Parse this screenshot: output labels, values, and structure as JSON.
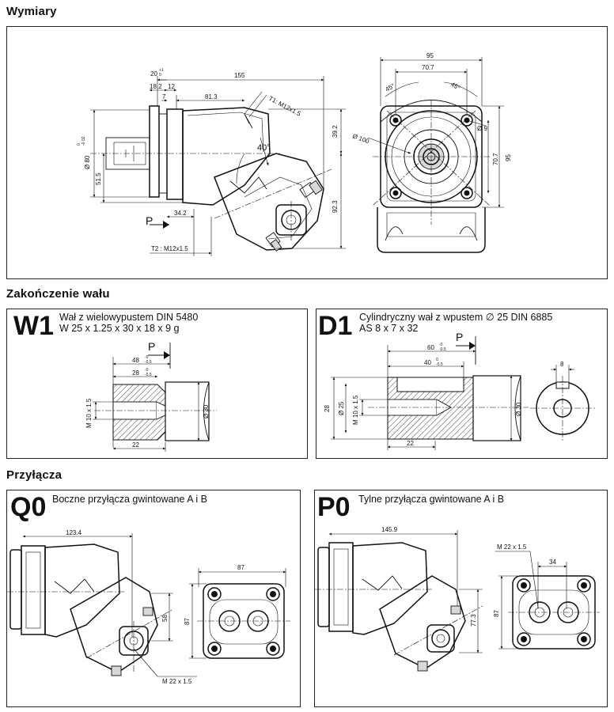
{
  "sections": {
    "dimensions": "Wymiary",
    "shaft_end": "Zakończenie wału",
    "ports": "Przyłącza"
  },
  "main_dims": {
    "d155": "155",
    "d20": "20",
    "d20_tol": "+1",
    "d20_tol2": "0",
    "d18_2": "18.2",
    "d12": "12",
    "d7": "7",
    "d81_3": "81.3",
    "t1": "T1: M12x1.5",
    "d80": "Ø 80",
    "d80_tol": "0",
    "d80_tol2": "-0.02",
    "d51_5": "51.5",
    "angle": "40°",
    "d39_2": "39.2",
    "d92_3": "92.3",
    "d34_2": "34.2",
    "p": "P",
    "t2": "T2 : M12x1.5",
    "d95": "95",
    "d70_7": "70.7",
    "a45l": "45°",
    "a45r": "45°",
    "d100": "Ø 100",
    "d9": "Ø 9",
    "d70_7v": "70.7",
    "d95v": "95"
  },
  "w1": {
    "code": "W1",
    "line1": "Wał z wielowypustem DIN 5480",
    "line2": "W 25 x 1.25 x 30 x 18 x 9 g",
    "p": "P",
    "d48": "48",
    "d48_tol": "-0",
    "d48_tol2": "-0.5",
    "d28": "28",
    "d28_tol": "-0",
    "d28_tol2": "-0.5",
    "thread": "M 10 x 1.5",
    "d30": "Ø 30",
    "d22": "22"
  },
  "d1": {
    "code": "D1",
    "line1": "Cylindryczny wał z wpustem ∅ 25 DIN 6885",
    "line2": "AS 8 x 7 x 32",
    "p": "P",
    "d60": "60",
    "d60_tol": "-0",
    "d60_tol2": "-0.5",
    "d40": "40",
    "d40_tol": "0",
    "d40_tol2": "-0.5",
    "d28": "28",
    "d25": "Ø 25",
    "thread": "M 10 x 1.5",
    "d30": "Ø 30",
    "d22": "22",
    "d8": "8"
  },
  "q0": {
    "code": "Q0",
    "desc": "Boczne przyłącza gwintowane A i B",
    "d123_4": "123.4",
    "d58": "58",
    "thread": "M 22 x 1.5",
    "d87h": "87",
    "d87v": "87"
  },
  "p0": {
    "code": "P0",
    "desc": "Tylne przyłącza gwintowane A i B",
    "d145_9": "145.9",
    "d77_3": "77.3",
    "thread": "M 22 x 1.5",
    "d34": "34",
    "d87v": "87"
  }
}
